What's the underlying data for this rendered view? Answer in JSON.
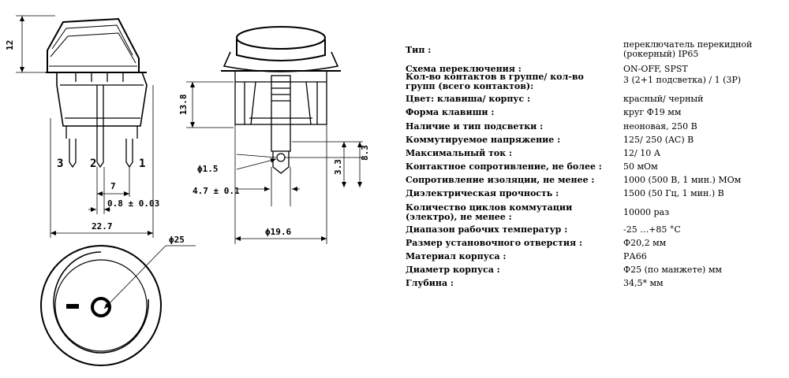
{
  "diagram": {
    "side_view": {
      "dim_height": "12",
      "dim_body": "13.8",
      "dim_pitch": "7",
      "dim_pin": "0.8 ± 0.03",
      "dim_width": "22.7",
      "pins": [
        "3",
        "2",
        "1"
      ]
    },
    "front_view": {
      "dim_hole": "ϕ1.5",
      "dim_offset": "4.7 ± 0.1",
      "dim_3_3": "3.3",
      "dim_8_3": "8.3",
      "dim_diameter": "ϕ19.6"
    },
    "top_view": {
      "dim_diameter": "ϕ25"
    }
  },
  "specs": [
    {
      "key": "Тип :",
      "value": "переключатель перекидной (рокерный) IP65"
    },
    {
      "key": "Схема переключения :",
      "value": "ON-OFF, SPST"
    },
    {
      "key": "Кол-во контактов в группе/ кол-во групп (всего контактов):",
      "value": "3 (2+1 подсветка) / 1 (3P)"
    },
    {
      "key": "Цвет: клавиша/ корпус :",
      "value": "красный/ черный"
    },
    {
      "key": "Форма клавиши :",
      "value": "круг Ф19 мм"
    },
    {
      "key": "Наличие и тип подсветки :",
      "value": "неоновая, 250 В"
    },
    {
      "key": "Коммутируемое напряжение :",
      "value": "125/ 250 (AC) В"
    },
    {
      "key": "Максимальный ток :",
      "value": "12/ 10 А"
    },
    {
      "key": "Контактное сопротивление, не более :",
      "value": "50 мОм"
    },
    {
      "key": "Сопротивление изоляции, не менее :",
      "value": "1000 (500 В, 1 мин.) МОм"
    },
    {
      "key": "Диэлектрическая прочность :",
      "value": "1500 (50 Гц, 1 мин.) В"
    },
    {
      "key": "Количество циклов коммутации (электро), не менее :",
      "value": "10000 раз"
    },
    {
      "key": "Диапазон рабочих температур :",
      "value": "-25 …+85 °С"
    },
    {
      "key": "Размер установочного отверстия :",
      "value": "Ф20,2 мм"
    },
    {
      "key": "Материал корпуса :",
      "value": "РА66"
    },
    {
      "key": "Диаметр корпуса :",
      "value": "Ф25 (по манжете) мм"
    },
    {
      "key": "Глубина :",
      "value": "34,5* мм"
    }
  ]
}
